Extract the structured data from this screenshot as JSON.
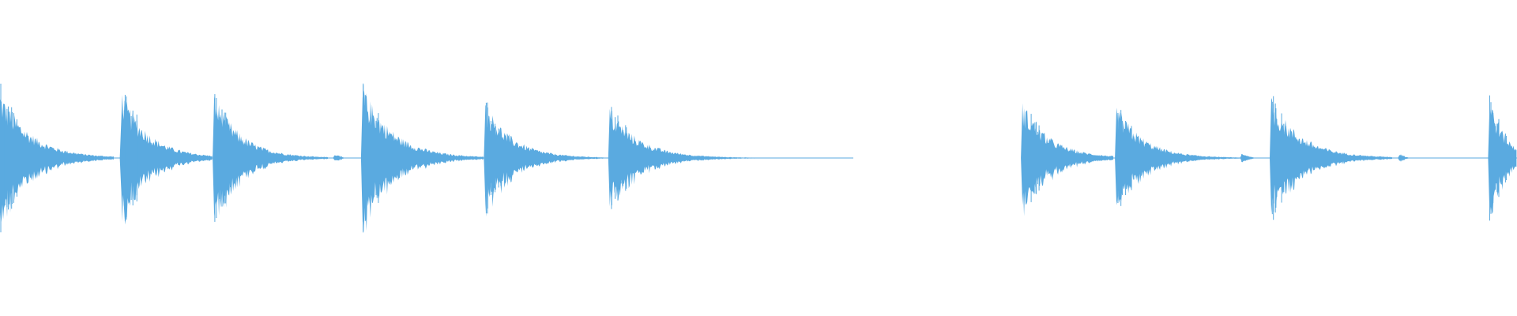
{
  "waveform": {
    "color": "#5aaae0",
    "duration_fraction_end": 1.0,
    "silence_region": {
      "start": 0.5625,
      "end": 0.674
    },
    "transients": [
      {
        "t": 0.0,
        "amplitude": 0.88,
        "decay": 0.02,
        "tail": 0.075
      },
      {
        "t": 0.08,
        "amplitude": 0.88,
        "decay": 0.018,
        "tail": 0.06
      },
      {
        "t": 0.1412,
        "amplitude": 0.82,
        "decay": 0.018,
        "tail": 0.075
      },
      {
        "t": 0.2205,
        "amplitude": 0.06,
        "decay": 0.004,
        "tail": 0.006
      },
      {
        "t": 0.239,
        "amplitude": 0.95,
        "decay": 0.02,
        "tail": 0.08
      },
      {
        "t": 0.32,
        "amplitude": 0.72,
        "decay": 0.018,
        "tail": 0.078
      },
      {
        "t": 0.402,
        "amplitude": 0.65,
        "decay": 0.02,
        "tail": 0.16
      },
      {
        "t": 0.674,
        "amplitude": 0.73,
        "decay": 0.018,
        "tail": 0.06
      },
      {
        "t": 0.736,
        "amplitude": 0.68,
        "decay": 0.018,
        "tail": 0.082
      },
      {
        "t": 0.8185,
        "amplitude": 0.06,
        "decay": 0.005,
        "tail": 0.008
      },
      {
        "t": 0.838,
        "amplitude": 0.78,
        "decay": 0.02,
        "tail": 0.08
      },
      {
        "t": 0.9225,
        "amplitude": 0.05,
        "decay": 0.004,
        "tail": 0.006
      },
      {
        "t": 0.982,
        "amplitude": 0.82,
        "decay": 0.01,
        "tail": 0.018
      }
    ]
  }
}
